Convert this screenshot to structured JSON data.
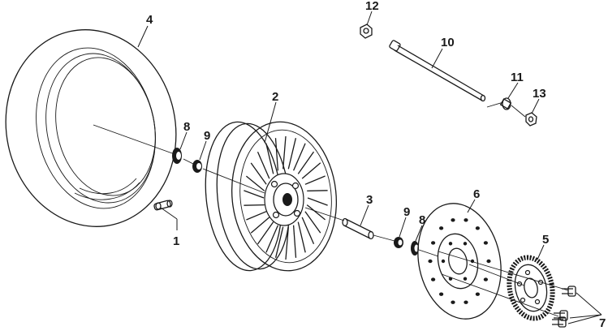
{
  "callouts": [
    {
      "id": "tire",
      "label": "4"
    },
    {
      "id": "valve",
      "label": "1"
    },
    {
      "id": "rim",
      "label": "2"
    },
    {
      "id": "bearing_left",
      "label": "8"
    },
    {
      "id": "seal_left",
      "label": "9"
    },
    {
      "id": "spacer",
      "label": "3"
    },
    {
      "id": "seal_right",
      "label": "9"
    },
    {
      "id": "bearing_right",
      "label": "8"
    },
    {
      "id": "brake_disc",
      "label": "6"
    },
    {
      "id": "sensor_ring",
      "label": "5"
    },
    {
      "id": "bolts",
      "label": "7"
    },
    {
      "id": "axle",
      "label": "10"
    },
    {
      "id": "nut_top",
      "label": "12"
    },
    {
      "id": "washer",
      "label": "11"
    },
    {
      "id": "nut_right",
      "label": "13"
    }
  ]
}
